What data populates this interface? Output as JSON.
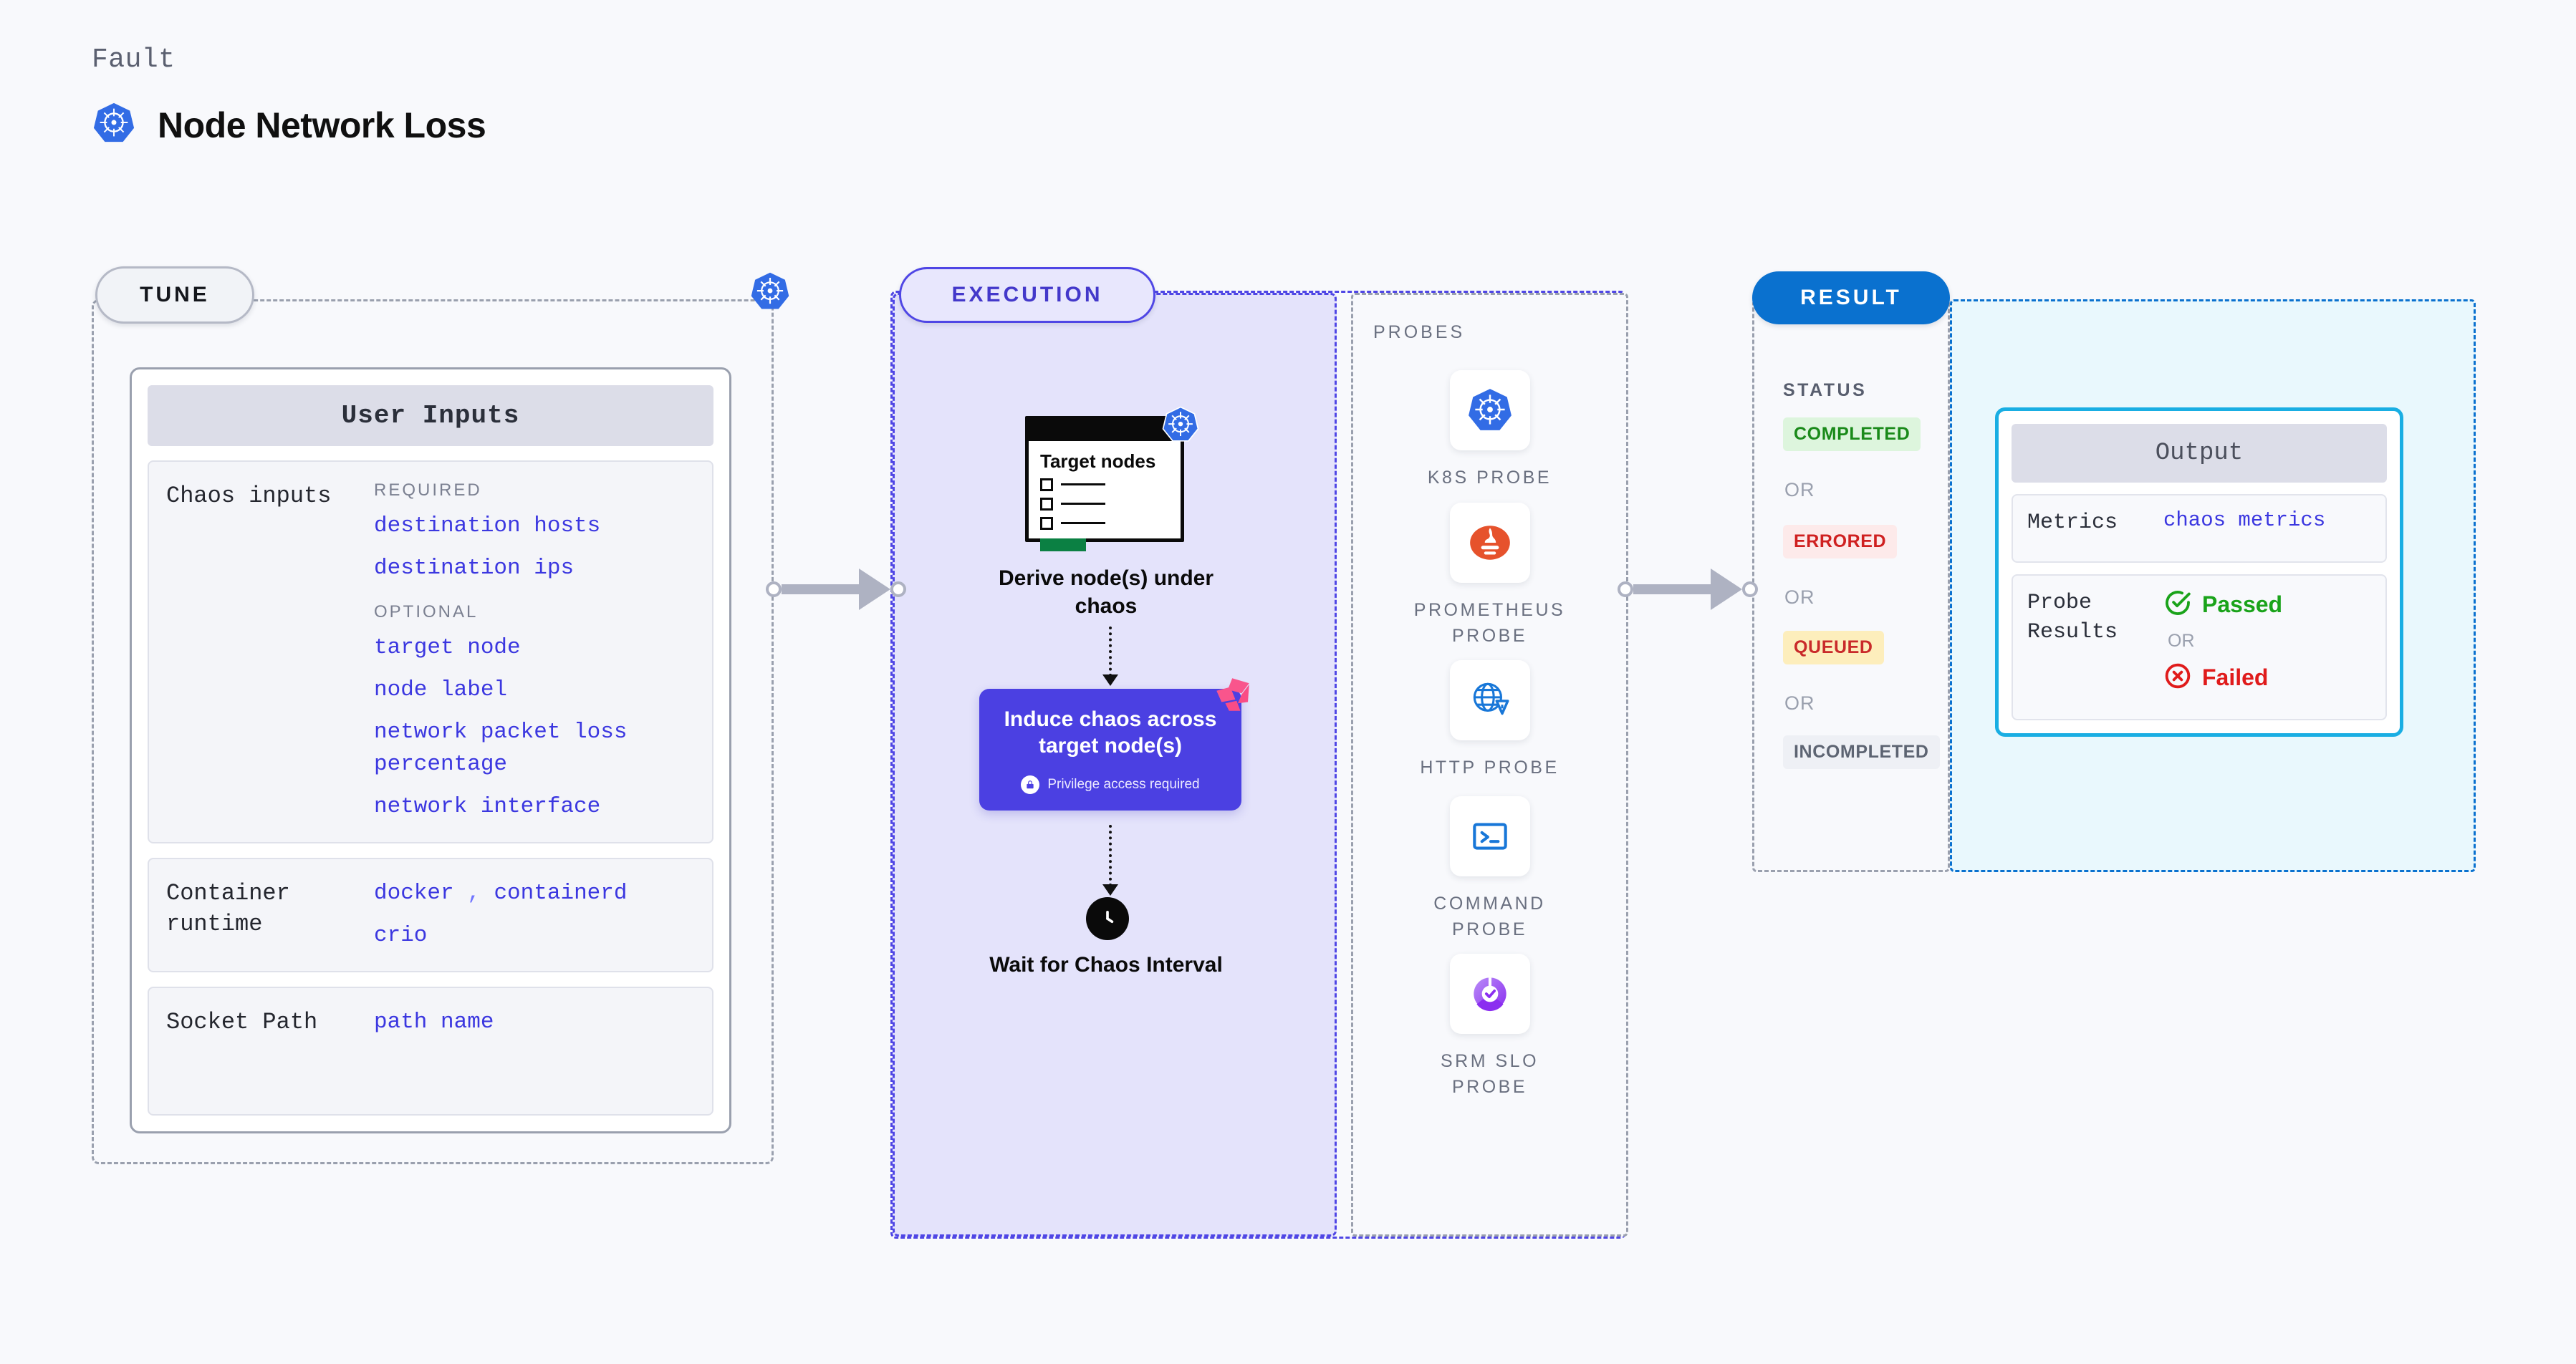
{
  "header": {
    "fault_label": "Fault",
    "title": "Node Network Loss",
    "icon": "kubernetes-icon"
  },
  "tune": {
    "pill_label": "TUNE",
    "badge_icon": "kubernetes-icon",
    "card_title": "User Inputs",
    "blocks": [
      {
        "label": "Chaos inputs",
        "required_title": "REQUIRED",
        "required": [
          "destination hosts",
          "destination ips"
        ],
        "optional_title": "OPTIONAL",
        "optional": [
          "target node",
          "node label",
          "network packet loss percentage",
          "network interface"
        ]
      },
      {
        "label": "Container runtime",
        "values_line1": "docker",
        "separator": ",",
        "values_line1b": "containerd",
        "values_line2": "crio"
      },
      {
        "label": "Socket Path",
        "value": "path name"
      }
    ]
  },
  "execution": {
    "pill_label": "EXECUTION",
    "target_card": {
      "title": "Target\nnodes",
      "badge_icon": "kubernetes-icon"
    },
    "derive_label": "Derive node(s)\nunder chaos",
    "induce": {
      "title": "Induce chaos across\ntarget node(s)",
      "note": "Privilege access required",
      "note_icon": "lock-icon",
      "corner_icon": "harness-logo-icon"
    },
    "wait": {
      "icon": "clock-icon",
      "label": "Wait for Chaos\nInterval"
    },
    "probes_title": "PROBES",
    "probes": [
      {
        "name": "K8S PROBE",
        "icon": "kubernetes-icon"
      },
      {
        "name": "PROMETHEUS\nPROBE",
        "icon": "prometheus-icon"
      },
      {
        "name": "HTTP PROBE",
        "icon": "globe-warning-icon"
      },
      {
        "name": "COMMAND\nPROBE",
        "icon": "terminal-icon"
      },
      {
        "name": "SRM SLO\nPROBE",
        "icon": "srm-slo-icon"
      }
    ]
  },
  "result": {
    "pill_label": "RESULT",
    "status_title": "STATUS",
    "or_label": "OR",
    "statuses": [
      {
        "label": "COMPLETED",
        "bg": "#ddf5dd",
        "fg": "#1a8a1a"
      },
      {
        "label": "ERRORED",
        "bg": "#fdeaea",
        "fg": "#cf2020"
      },
      {
        "label": "QUEUED",
        "bg": "#fdeebc",
        "fg": "#c92a2a"
      },
      {
        "label": "INCOMPLETED",
        "bg": "#eef0f5",
        "fg": "#5d6472"
      }
    ],
    "output": {
      "title": "Output",
      "metrics_label": "Metrics",
      "metrics_value": "chaos metrics",
      "probe_results_label": "Probe Results",
      "passed_label": "Passed",
      "passed_icon": "check-circle-icon",
      "or_label": "OR",
      "failed_label": "Failed",
      "failed_icon": "x-circle-icon"
    }
  },
  "colors": {
    "background": "#f8f9fc",
    "accent_purple": "#4f46e5",
    "accent_blue": "#0a71cf",
    "k8s_blue": "#326ce5",
    "value_text": "#3b37e0",
    "connector": "#aeb2c2"
  }
}
